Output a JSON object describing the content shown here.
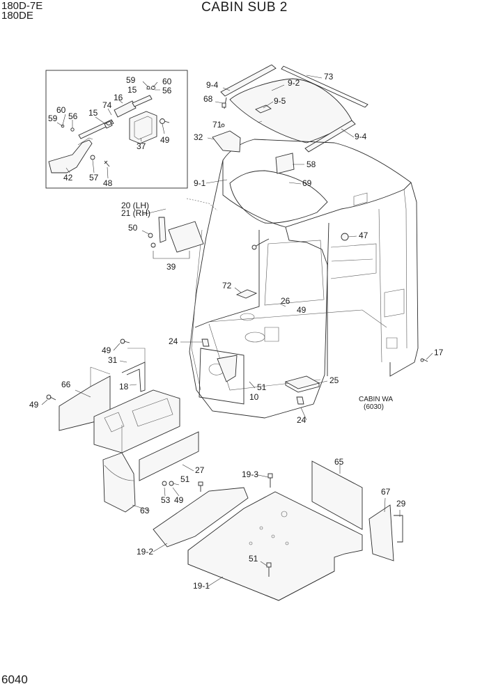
{
  "header": {
    "model_line1": "180D-7E",
    "model_line2": "180DE",
    "title": "CABIN SUB 2"
  },
  "footer": {
    "page_number": "6040"
  },
  "callouts": {
    "p59a": "59",
    "p60a": "60",
    "p15a": "15",
    "p56a": "56",
    "p16": "16",
    "p74": "74",
    "p15b": "15",
    "p60b": "60",
    "p59b": "59",
    "p56b": "56",
    "p37": "37",
    "p49a": "49",
    "p42": "42",
    "p57": "57",
    "p48": "48",
    "p94a": "9-4",
    "p73": "73",
    "p92": "9-2",
    "p68": "68",
    "p95": "9-5",
    "p71": "71",
    "p32": "32",
    "p94b": "9-4",
    "p58": "58",
    "p91": "9-1",
    "p69": "69",
    "p20": "20 (LH)",
    "p21": "21 (RH)",
    "p50": "50",
    "p39": "39",
    "p47": "47",
    "p72": "72",
    "p26": "26",
    "p49b": "49",
    "p49c": "49",
    "p31": "31",
    "p24a": "24",
    "p17": "17",
    "p66": "66",
    "p18": "18",
    "p51a": "51",
    "p10": "10",
    "p25": "25",
    "p49d": "49",
    "p24b": "24",
    "p27": "27",
    "p51b": "51",
    "p53": "53",
    "p49e": "49",
    "p63": "63",
    "p193": "19-3",
    "p65": "65",
    "p67": "67",
    "p29": "29",
    "p192": "19-2",
    "p51c": "51",
    "p191": "19-1"
  },
  "note": {
    "line1": "CABIN WA",
    "line2": "(6030)"
  }
}
